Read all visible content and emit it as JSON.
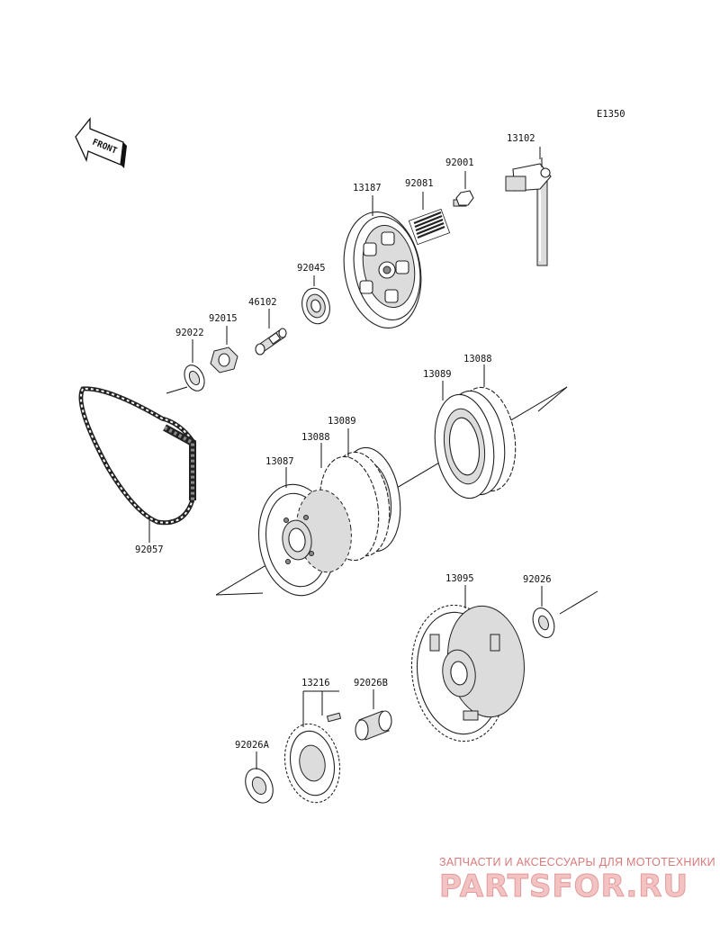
{
  "diagram": {
    "code": "E1350",
    "front_label": "FRONT",
    "part_numbers": {
      "p13102": "13102",
      "p92001": "92001",
      "p92081": "92081",
      "p13187": "13187",
      "p92045": "92045",
      "p46102": "46102",
      "p92015": "92015",
      "p92022": "92022",
      "p13088_top": "13088",
      "p13089_top": "13089",
      "p13089_mid": "13089",
      "p13088_mid": "13088",
      "p13087": "13087",
      "p92057": "92057",
      "p13095": "13095",
      "p92026": "92026",
      "p13216": "13216",
      "p92026B": "92026B",
      "p92026A": "92026A"
    }
  },
  "watermark": {
    "tagline": "ЗАПЧАСТИ И АКСЕССУАРЫ ДЛЯ МОТОТЕХНИКИ",
    "logo": "PARTSFOR.RU"
  }
}
